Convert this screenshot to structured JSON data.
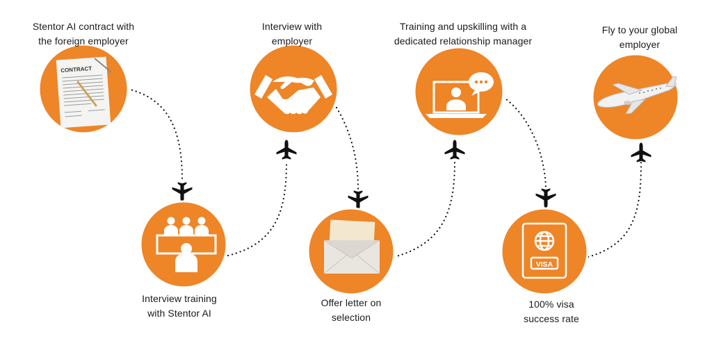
{
  "steps": [
    {
      "label_lines": [
        "Stentor AI contract with",
        "the foreign employer"
      ],
      "icon": "contract-document-icon",
      "image_text": "CONTRACT"
    },
    {
      "label_lines": [
        "Interview training",
        "with Stentor AI"
      ],
      "icon": "interview-panel-icon"
    },
    {
      "label_lines": [
        "Interview with",
        "employer"
      ],
      "icon": "handshake-icon"
    },
    {
      "label_lines": [
        "Offer letter on",
        "selection"
      ],
      "icon": "envelope-letter-icon"
    },
    {
      "label_lines": [
        "Training and upskilling with a",
        "dedicated relationship manager"
      ],
      "icon": "video-call-laptop-icon"
    },
    {
      "label_lines": [
        "100% visa",
        "success rate"
      ],
      "icon": "passport-visa-icon",
      "image_text": "VISA"
    },
    {
      "label_lines": [
        "Fly to your global",
        "employer"
      ],
      "icon": "airplane-icon"
    }
  ],
  "colors": {
    "circle": "#EE8527",
    "circle_stroke": "#ffffff",
    "text": "#1a1a1a",
    "plane": "#111111"
  }
}
